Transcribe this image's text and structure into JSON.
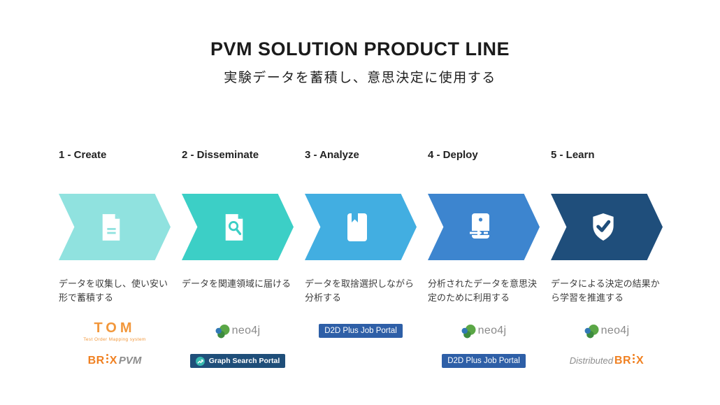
{
  "title": "PVM SOLUTION PRODUCT LINE",
  "subtitle": "実験データを蓄積し、意思決定に使用する",
  "stages": [
    {
      "label": "1 - Create",
      "color": "#90E2DF",
      "icon": "file-text-icon",
      "description": "データを収集し、使い安い形で蓄積する"
    },
    {
      "label": "2 - Disseminate",
      "color": "#3CCFC6",
      "icon": "file-search-icon",
      "description": "データを関連領域に届ける"
    },
    {
      "label": "3 - Analyze",
      "color": "#42AEE1",
      "icon": "bookmark-book-icon",
      "description": "データを取捨選択しながら分析する"
    },
    {
      "label": "4 - Deploy",
      "color": "#3D85CF",
      "icon": "deploy-device-icon",
      "description": "分析されたデータを意思決定のために利用する"
    },
    {
      "label": "5 - Learn",
      "color": "#1F4E7B",
      "icon": "shield-check-icon",
      "description": "データによる決定の結果から学習を推進する"
    }
  ],
  "logos": {
    "tom": {
      "title": "TOM",
      "subtitle": "Test Order Mapping system",
      "color": "#F2973B"
    },
    "brix": {
      "br": "BR",
      "x": "X",
      "color": "#F08122"
    },
    "brix_pvm": {
      "suffix": "PVM"
    },
    "neo4j": {
      "text": "neo4j",
      "green": "#5BA746",
      "green_dark": "#3D8C3F",
      "blue": "#3178B5"
    },
    "graph_search_portal": {
      "text": "Graph Search Portal",
      "bg": "#1F4E79",
      "icon_bg": "#36B8AF"
    },
    "d2d_job_portal": {
      "text": "D2D Plus Job Portal",
      "bg": "#2E5FA7"
    },
    "distributed_brix": {
      "prefix": "Distributed"
    }
  }
}
